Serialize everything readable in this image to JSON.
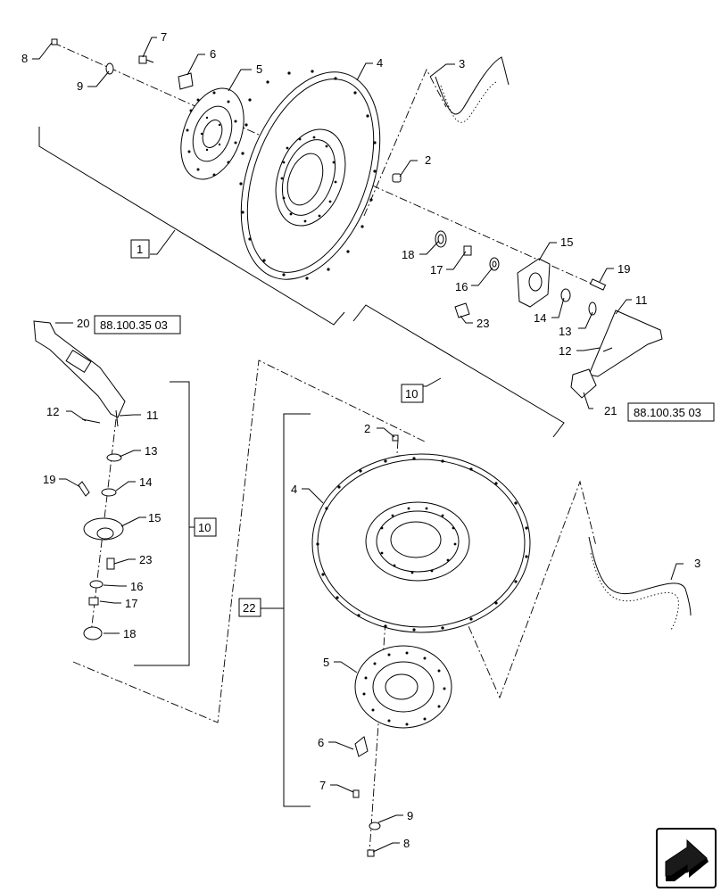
{
  "callouts": {
    "c1": "1",
    "c2": "2",
    "c3": "3",
    "c4": "4",
    "c5": "5",
    "c6": "6",
    "c7": "7",
    "c8": "8",
    "c9": "9",
    "c10": "10",
    "c11": "11",
    "c12": "12",
    "c13": "13",
    "c14": "14",
    "c15": "15",
    "c16": "16",
    "c17": "17",
    "c18": "18",
    "c19": "19",
    "c20": "20",
    "c21": "21",
    "c22": "22",
    "c23": "23"
  },
  "references": {
    "ref_top": "88.100.35 03",
    "ref_right": "88.100.35 03"
  },
  "nav_icon": "next-page-arrow-icon"
}
